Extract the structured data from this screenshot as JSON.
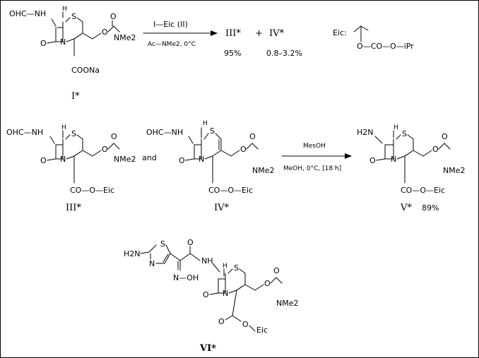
{
  "reaction1": {
    "reagent": "I—Eic  (II)",
    "conditions": "Ac—NMe2,  0°C",
    "product_a": "III*",
    "plus": "+",
    "product_b": "IV*",
    "yield_a": "95%",
    "yield_b": "0.8–3.2%"
  },
  "eic_legend": {
    "label": "Eic:",
    "tail": "O—CO—O—iPr"
  },
  "reaction2": {
    "reagent": "MesOH",
    "conditions": "MeOH,  0°C, [18 h]",
    "connector": "and"
  },
  "compounds": {
    "I": {
      "label": "I*",
      "substituent_top": "OHC—NH",
      "substituent_bottom": "COONa"
    },
    "III": {
      "label": "III*",
      "substituent_top": "OHC—NH",
      "substituent_bottom": "CO—O—Eic"
    },
    "IV": {
      "label": "IV*",
      "substituent_top": "OHC—NH",
      "substituent_bottom": "CO—O—Eic"
    },
    "V": {
      "label": "V*",
      "yield": "89%",
      "substituent_top": "H2N",
      "substituent_bottom": "CO—O—Eic"
    },
    "VI": {
      "label": "VI*",
      "amine": "H2N",
      "oxime": "N—OH",
      "amide_n": "NH",
      "ester_tail": "Eic"
    }
  },
  "atoms": {
    "S": "S",
    "N": "N",
    "H": "H",
    "O": "O",
    "NMe2": "NMe2"
  }
}
